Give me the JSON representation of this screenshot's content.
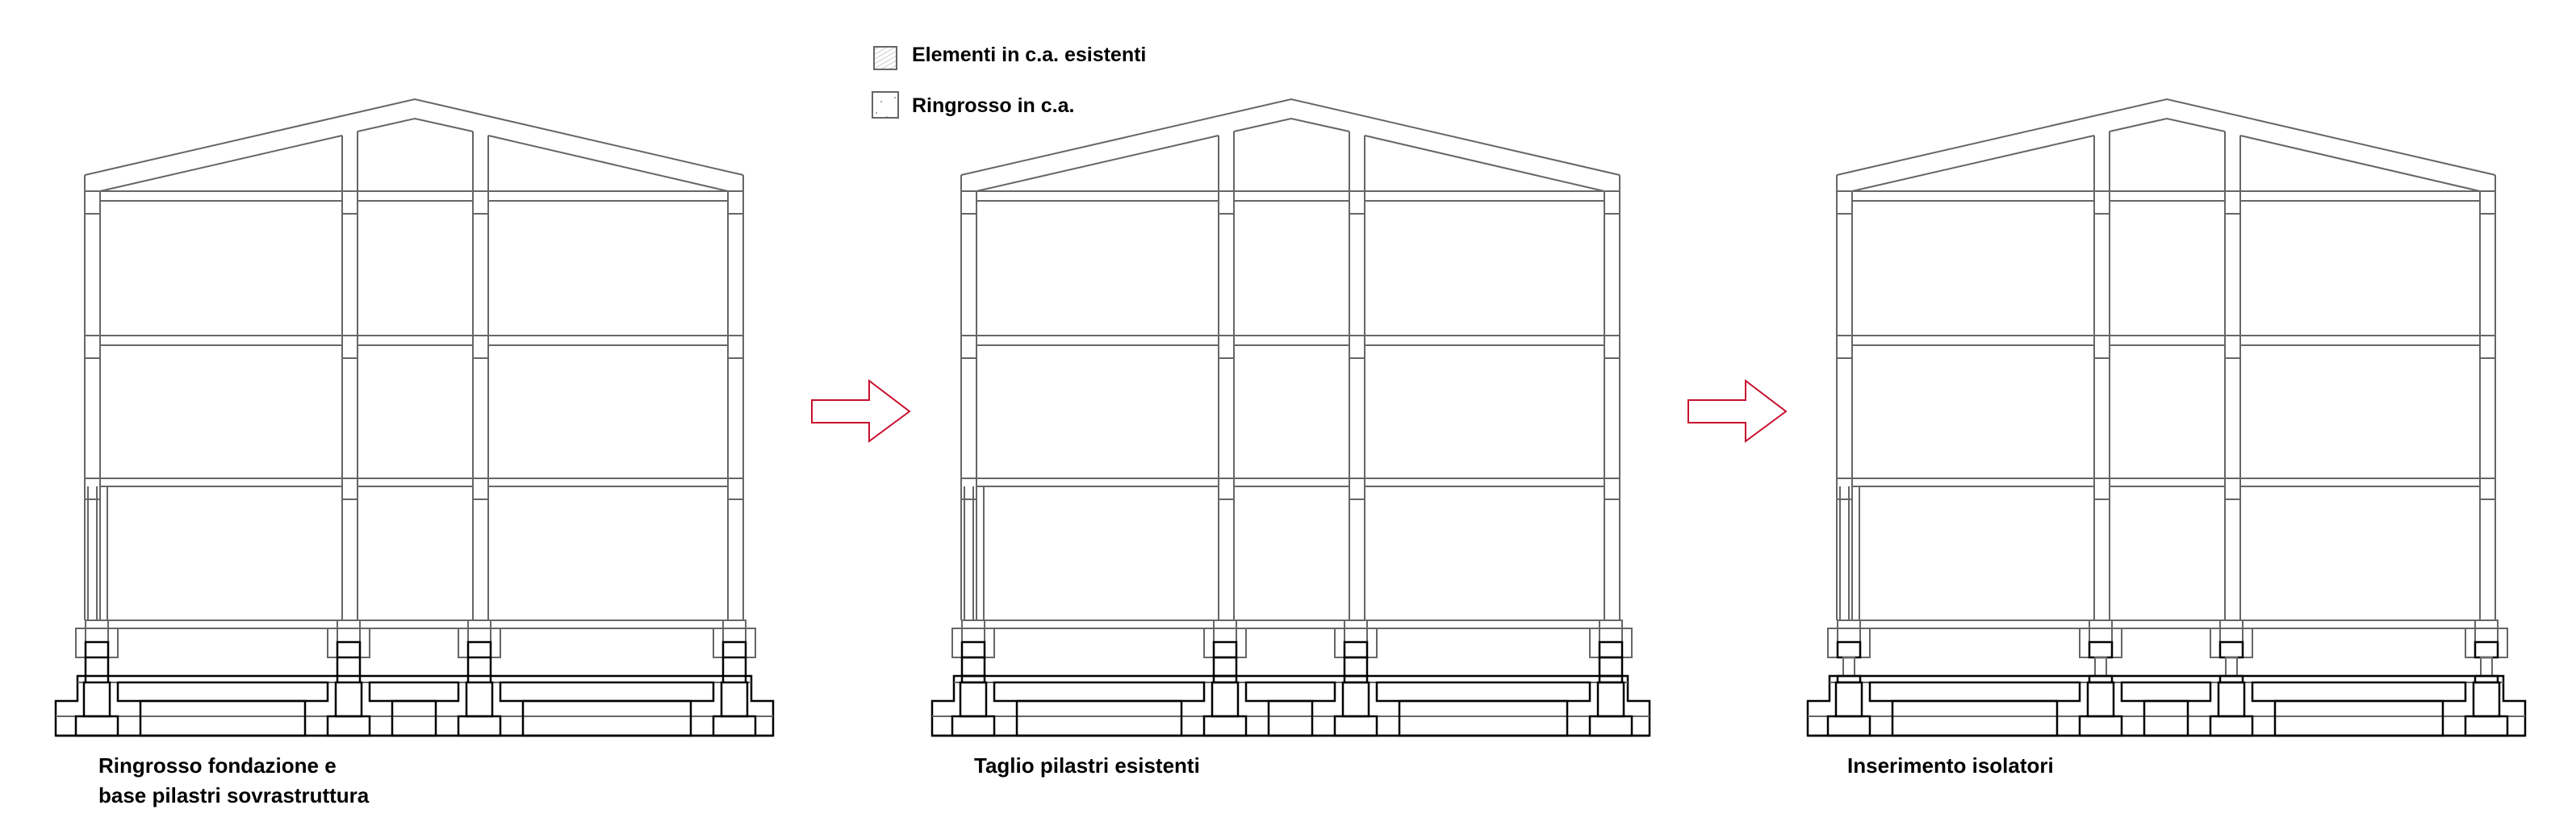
{
  "legend": {
    "items": [
      {
        "label": "Elementi in c.a. esistenti",
        "pattern": "hatch"
      },
      {
        "label": "Ringrosso in c.a.",
        "pattern": "dots"
      }
    ]
  },
  "steps": [
    {
      "label_lines": [
        "Ringrosso fondazione e",
        "base pilastri sovrastruttura"
      ],
      "mode": "ringrosso"
    },
    {
      "label_lines": [
        "Taglio pilastri esistenti"
      ],
      "mode": "cut"
    },
    {
      "label_lines": [
        "Inserimento isolatori"
      ],
      "mode": "isolator"
    }
  ],
  "colors": {
    "cut": "#ff0000",
    "isolator": "#0000ff",
    "arrow": "#c8102e",
    "line": "#666666"
  }
}
